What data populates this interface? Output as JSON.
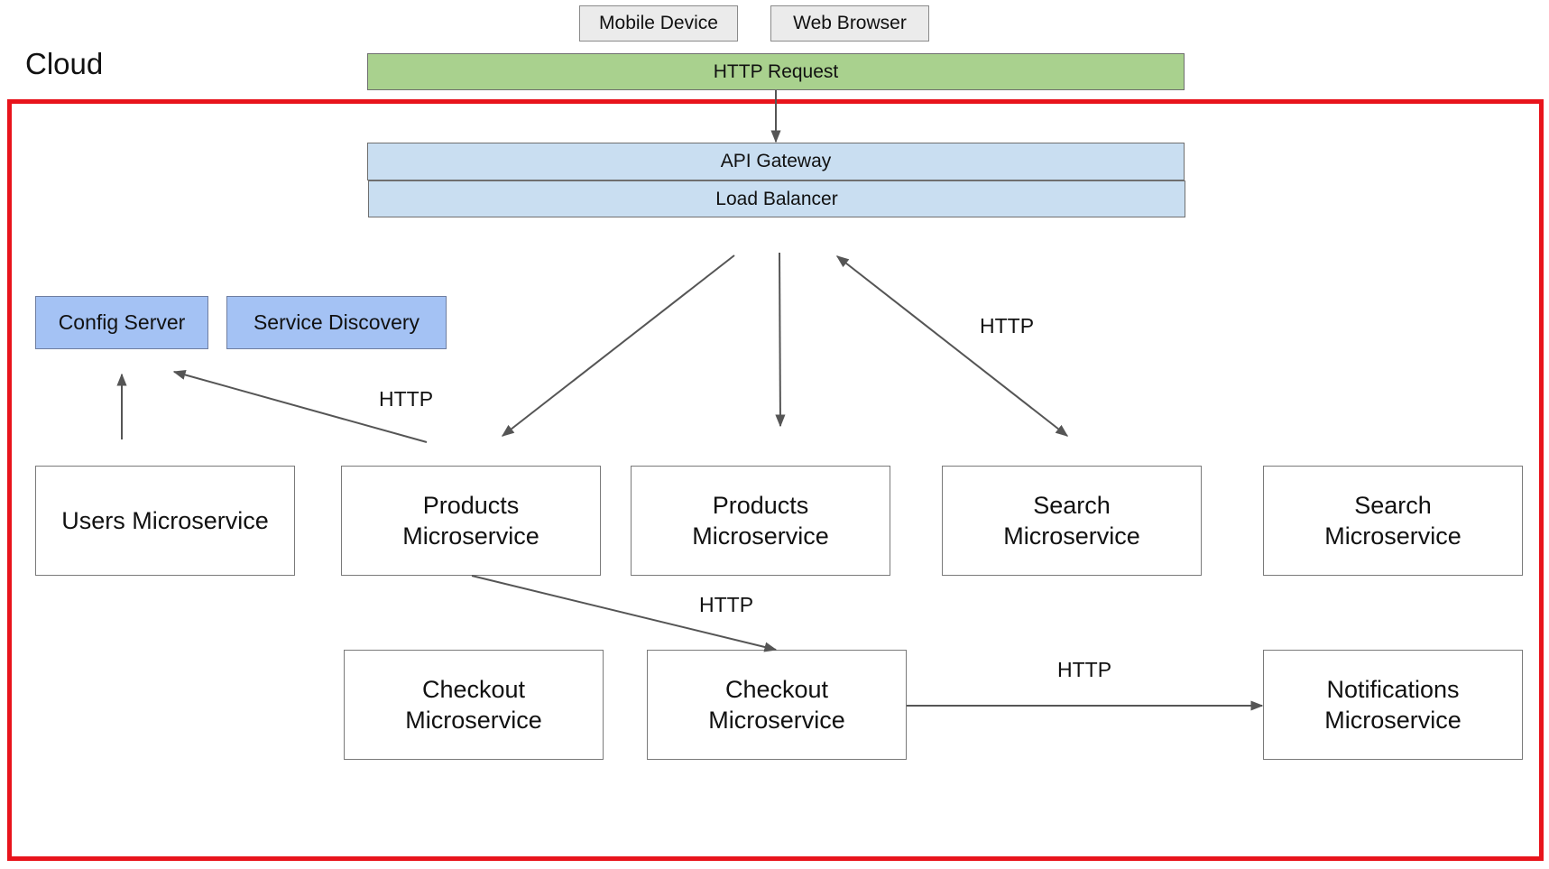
{
  "cloud": {
    "title": "Cloud",
    "border_color": "#e8141c"
  },
  "clients": {
    "mobile": "Mobile Device",
    "web": "Web Browser"
  },
  "http_request": "HTTP Request",
  "gateway": {
    "api_gateway": "API Gateway",
    "load_balancer": "Load Balancer"
  },
  "infra": {
    "config_server": "Config Server",
    "service_discovery": "Service Discovery"
  },
  "services": {
    "users": "Users Microservice",
    "products_1": [
      "Products",
      "Microservice"
    ],
    "products_2": [
      "Products",
      "Microservice"
    ],
    "search_1": [
      "Search",
      "Microservice"
    ],
    "search_2": [
      "Search",
      "Microservice"
    ],
    "checkout_1": [
      "Checkout",
      "Microservice"
    ],
    "checkout_2": [
      "Checkout",
      "Microservice"
    ],
    "notifications": [
      "Notifications",
      "Microservice"
    ]
  },
  "edge_labels": {
    "products_to_config": "HTTP",
    "lb_to_search": "HTTP",
    "products_to_checkout": "HTTP",
    "checkout_to_notifications": "HTTP"
  },
  "colors": {
    "http_request": "#a9d18e",
    "gateway": "#c9def1",
    "infra": "#a4c2f4",
    "client": "#ebebeb"
  }
}
